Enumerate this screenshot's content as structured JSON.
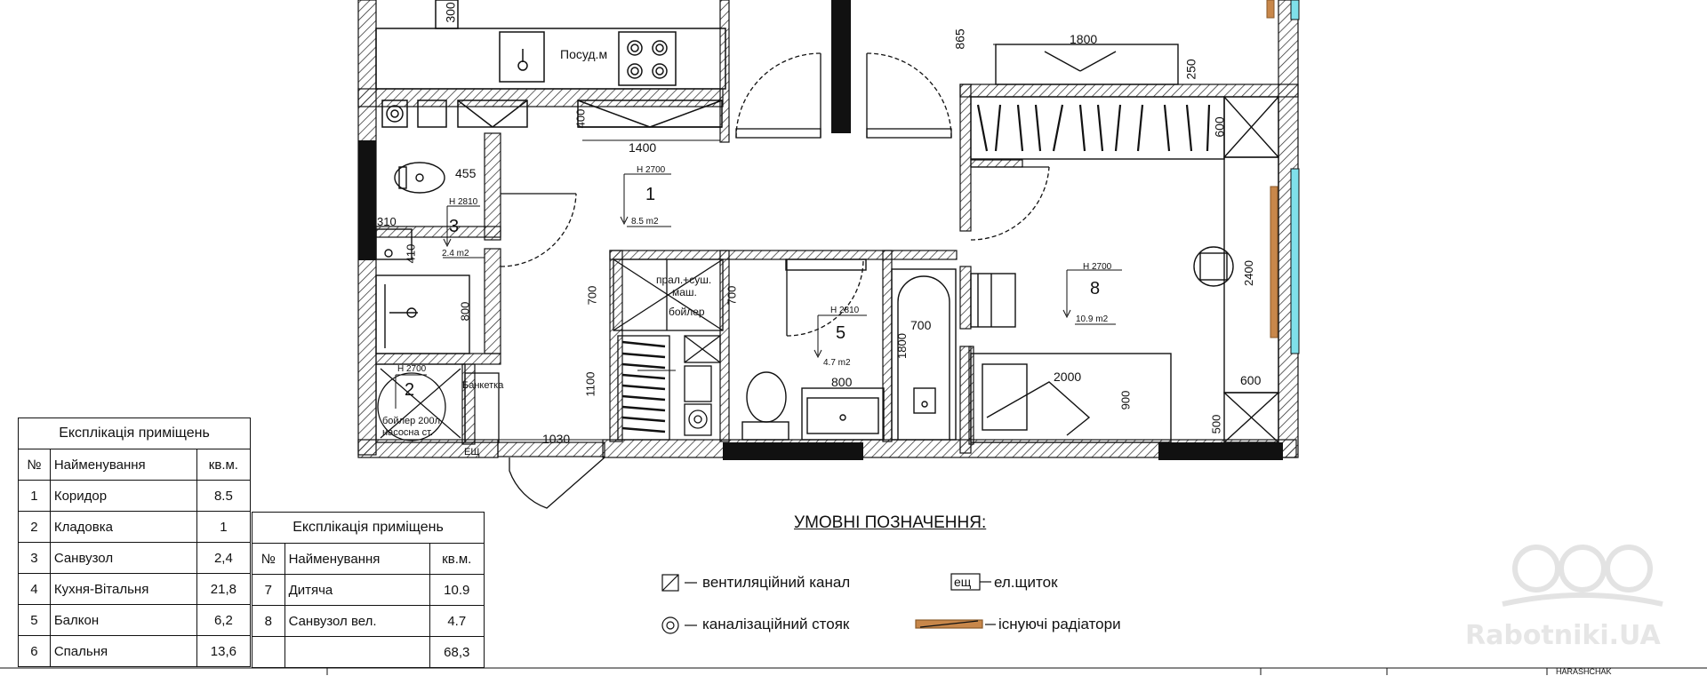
{
  "rooms": [
    {
      "num": "1",
      "height": "H 2700",
      "area": "8.5 m2"
    },
    {
      "num": "2",
      "height": "H 2700",
      "area": ""
    },
    {
      "num": "3",
      "height": "H 2810",
      "area": "2.4 m2"
    },
    {
      "num": "5",
      "height": "H 2810",
      "area": "4.7 m2"
    },
    {
      "num": "8",
      "height": "H 2700",
      "area": "10.9 m2"
    }
  ],
  "labels": {
    "dishwasher": "Посуд.м",
    "laundry_l1": "прал.+суш.",
    "laundry_l2": "маш.",
    "laundry_l3": "бойлер",
    "bench": "Банкетка",
    "boiler_l1": "бойлер 200л",
    "boiler_l2": "насосна ст.",
    "panel": "ЕЩ"
  },
  "dims": {
    "d300": "300",
    "d865": "865",
    "d1800": "1800",
    "d250": "250",
    "d600": "600",
    "d400": "400",
    "d1400": "1400",
    "d455": "455",
    "d310": "310",
    "d410": "410",
    "d800a": "800",
    "d700a": "700",
    "d700b": "700",
    "d1100": "1100",
    "d1030": "1030",
    "d700c": "700",
    "d1800b": "1800",
    "d800b": "800",
    "d2400": "2400",
    "d600b": "600",
    "d2000": "2000",
    "d900": "900",
    "d500": "500"
  },
  "table1": {
    "title": "Експлікація приміщень",
    "headers": [
      "№",
      "Найменування",
      "кв.м."
    ],
    "rows": [
      [
        "1",
        "Коридор",
        "8.5"
      ],
      [
        "2",
        "Кладовка",
        "1"
      ],
      [
        "3",
        "Санвузол",
        "2,4"
      ],
      [
        "4",
        "Кухня-Вiтальня",
        "21,8"
      ],
      [
        "5",
        "Балкон",
        "6,2"
      ],
      [
        "6",
        "Спальня",
        "13,6"
      ]
    ]
  },
  "table2": {
    "title": "Експлікація приміщень",
    "headers": [
      "№",
      "Найменування",
      "кв.м."
    ],
    "rows": [
      [
        "7",
        "Дитяча",
        "10.9"
      ],
      [
        "8",
        "Санвузол вел.",
        "4.7"
      ],
      [
        "",
        "",
        "68,3"
      ]
    ]
  },
  "legend": {
    "title": "УМОВНІ ПОЗНАЧЕННЯ:",
    "items": [
      {
        "icon": "ventilation-channel-icon",
        "text": "вентиляційний канал"
      },
      {
        "icon": "electrical-panel-icon",
        "text": "ел.щиток",
        "box": "ещ"
      },
      {
        "icon": "sewer-riser-icon",
        "text": "каналізаційний стояк"
      },
      {
        "icon": "radiator-icon",
        "text": "існуючі радіатори"
      }
    ],
    "radiator_color": "#c8874a"
  },
  "watermark": "Rabotniki.UA",
  "stamp_text": "HARASHCHAK",
  "accent": {
    "window": "#7fe0ea",
    "wall": "#111111"
  }
}
